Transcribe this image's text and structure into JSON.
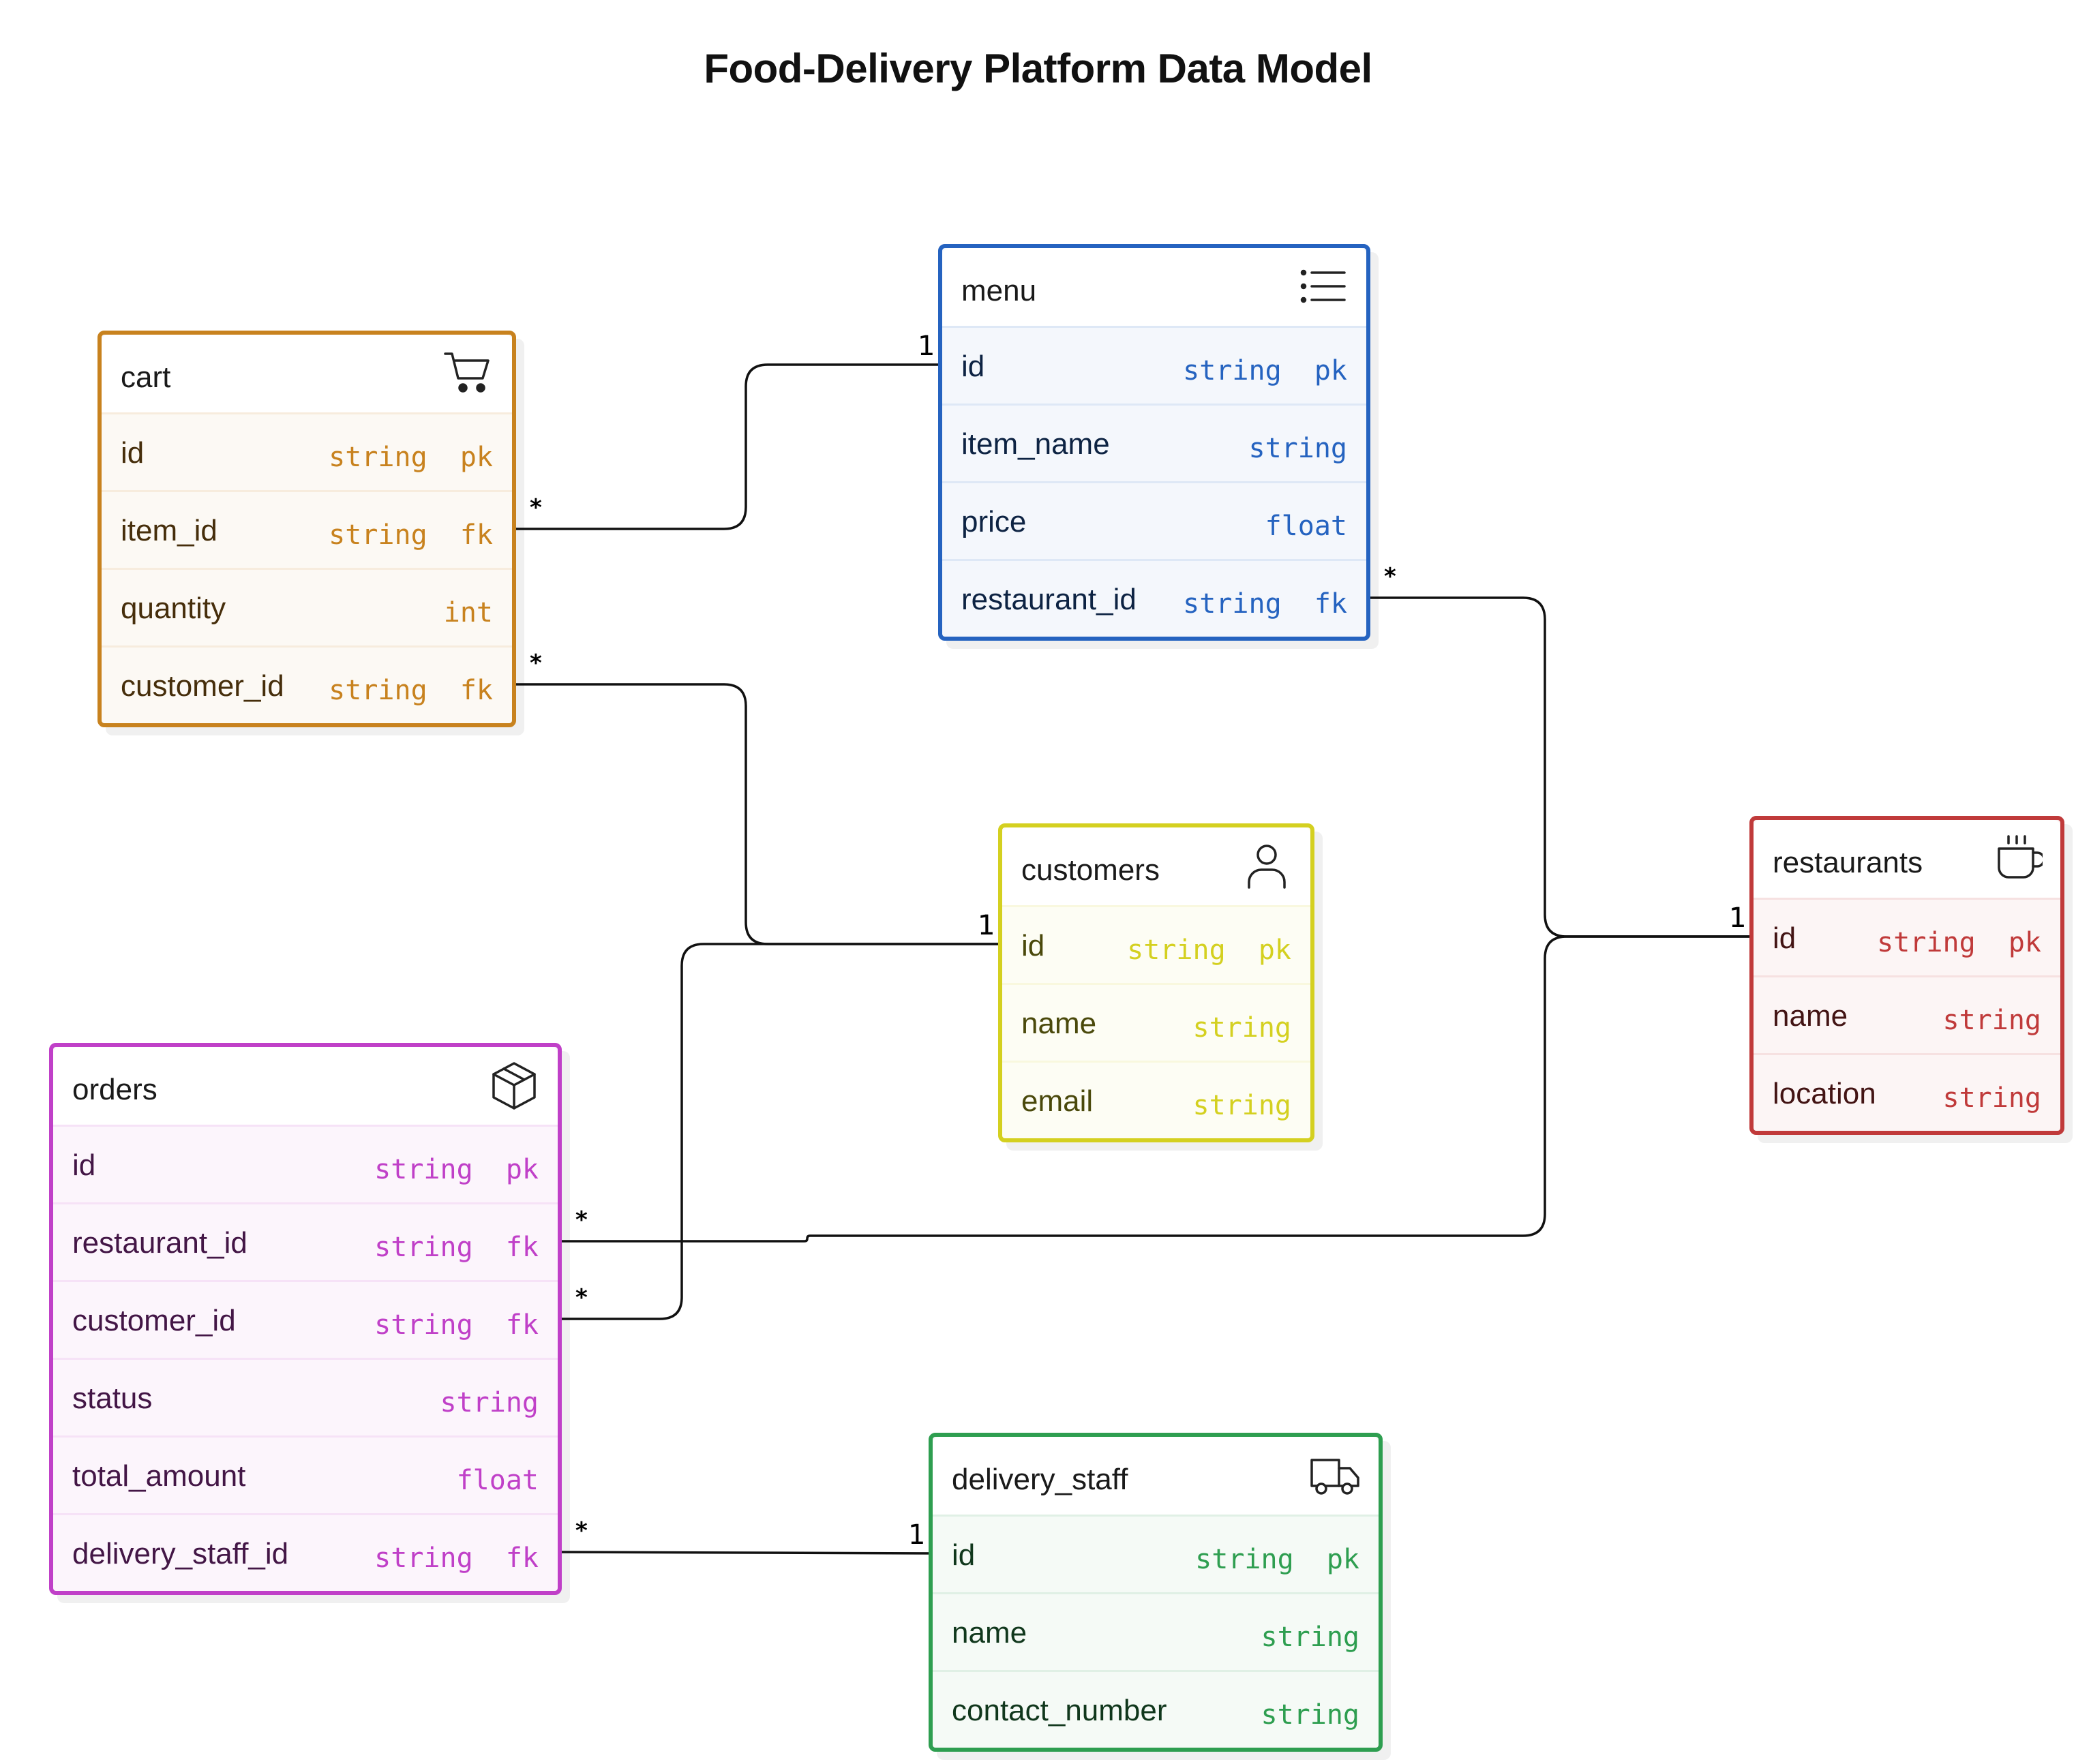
{
  "title": "Food-Delivery Platform Data Model",
  "tables": {
    "cart": {
      "name": "cart",
      "icon": "cart-icon",
      "color": "#c8821e",
      "fields": [
        {
          "name": "id",
          "type": "string",
          "key": "pk"
        },
        {
          "name": "item_id",
          "type": "string",
          "key": "fk"
        },
        {
          "name": "quantity",
          "type": "int",
          "key": ""
        },
        {
          "name": "customer_id",
          "type": "string",
          "key": "fk"
        }
      ]
    },
    "menu": {
      "name": "menu",
      "icon": "list-icon",
      "color": "#2563c0",
      "fields": [
        {
          "name": "id",
          "type": "string",
          "key": "pk"
        },
        {
          "name": "item_name",
          "type": "string",
          "key": ""
        },
        {
          "name": "price",
          "type": "float",
          "key": ""
        },
        {
          "name": "restaurant_id",
          "type": "string",
          "key": "fk"
        }
      ]
    },
    "customers": {
      "name": "customers",
      "icon": "user-icon",
      "color": "#d4d020",
      "fields": [
        {
          "name": "id",
          "type": "string",
          "key": "pk"
        },
        {
          "name": "name",
          "type": "string",
          "key": ""
        },
        {
          "name": "email",
          "type": "string",
          "key": ""
        }
      ]
    },
    "restaurants": {
      "name": "restaurants",
      "icon": "coffee-cup-icon",
      "color": "#c03a3a",
      "fields": [
        {
          "name": "id",
          "type": "string",
          "key": "pk"
        },
        {
          "name": "name",
          "type": "string",
          "key": ""
        },
        {
          "name": "location",
          "type": "string",
          "key": ""
        }
      ]
    },
    "orders": {
      "name": "orders",
      "icon": "package-icon",
      "color": "#c040c8",
      "fields": [
        {
          "name": "id",
          "type": "string",
          "key": "pk"
        },
        {
          "name": "restaurant_id",
          "type": "string",
          "key": "fk"
        },
        {
          "name": "customer_id",
          "type": "string",
          "key": "fk"
        },
        {
          "name": "status",
          "type": "string",
          "key": ""
        },
        {
          "name": "total_amount",
          "type": "float",
          "key": ""
        },
        {
          "name": "delivery_staff_id",
          "type": "string",
          "key": "fk"
        }
      ]
    },
    "delivery_staff": {
      "name": "delivery_staff",
      "icon": "truck-icon",
      "color": "#2e9e50",
      "fields": [
        {
          "name": "id",
          "type": "string",
          "key": "pk"
        },
        {
          "name": "name",
          "type": "string",
          "key": ""
        },
        {
          "name": "contact_number",
          "type": "string",
          "key": ""
        }
      ]
    }
  },
  "relationships": [
    {
      "from": "cart.item_id",
      "to": "menu.id",
      "from_card": "*",
      "to_card": "1"
    },
    {
      "from": "cart.customer_id",
      "to": "customers.id",
      "from_card": "*",
      "to_card": "1"
    },
    {
      "from": "orders.customer_id",
      "to": "customers.id",
      "from_card": "*",
      "to_card": "1"
    },
    {
      "from": "menu.restaurant_id",
      "to": "restaurants.id",
      "from_card": "*",
      "to_card": "1"
    },
    {
      "from": "orders.restaurant_id",
      "to": "restaurants.id",
      "from_card": "*",
      "to_card": "1"
    },
    {
      "from": "orders.delivery_staff_id",
      "to": "delivery_staff.id",
      "from_card": "*",
      "to_card": "1"
    }
  ]
}
